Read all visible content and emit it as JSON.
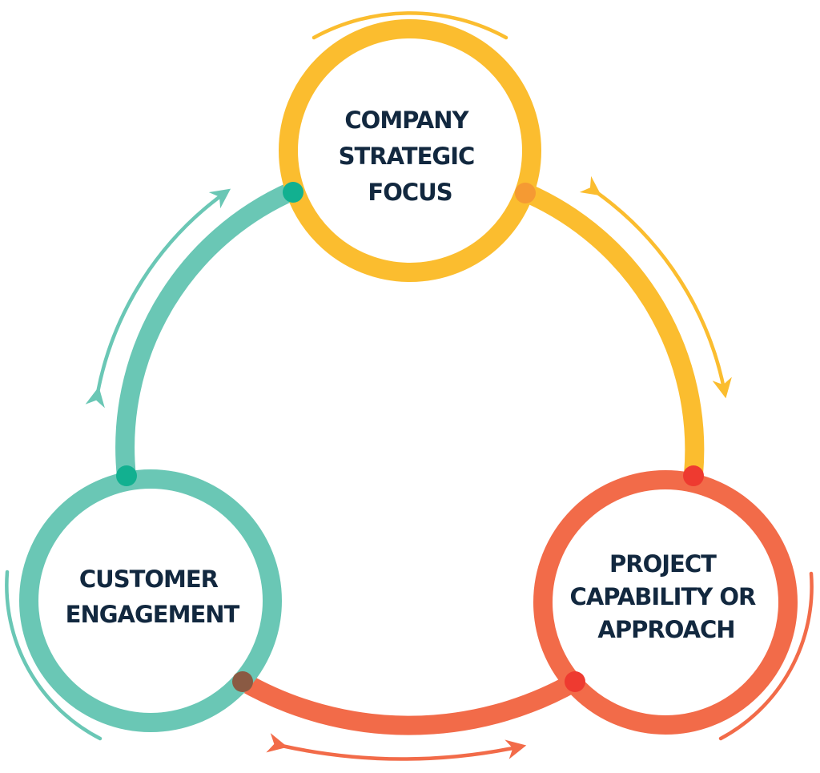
{
  "nodes": {
    "company": {
      "lines": [
        "COMPANY",
        "STRATEGIC",
        "FOCUS"
      ],
      "color": "#fbbd2f"
    },
    "customer": {
      "lines": [
        "CUSTOMER",
        "ENGAGEMENT"
      ],
      "color": "#6ac7b5"
    },
    "project": {
      "lines": [
        "PROJECT",
        "CAPABILITY OR",
        "APPROACH"
      ],
      "color": "#f26b49"
    }
  },
  "colors": {
    "text": "#12283f",
    "overlap_company": "#f59a33",
    "overlap_customer": "#12b090",
    "overlap_customer_project": "#8a5a43",
    "overlap_project": "#ee3a30"
  },
  "connections": [
    {
      "from": "company",
      "to": "project",
      "color_key": "company",
      "icon": "double-arrow-icon"
    },
    {
      "from": "customer",
      "to": "company",
      "color_key": "customer",
      "icon": "double-arrow-icon"
    },
    {
      "from": "project",
      "to": "customer",
      "color_key": "project",
      "icon": "double-arrow-icon"
    }
  ]
}
